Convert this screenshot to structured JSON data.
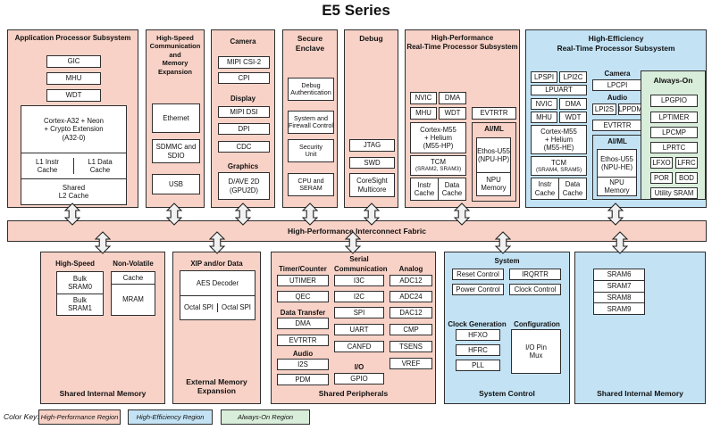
{
  "title": "E5 Series",
  "fabric_label": "High-Performance Interconnect Fabric",
  "colors": {
    "high_performance": "#f8d2c7",
    "high_efficiency": "#c3e3f5",
    "always_on": "#d9eeda"
  },
  "app": {
    "title": "Application Processor Subsystem",
    "gic": "GIC",
    "mhu": "MHU",
    "wdt": "WDT",
    "cpu": "Cortex-A32 + Neon\n+ Crypto Extension\n(A32-0)",
    "l1i": "L1 Instr\nCache",
    "l1d": "L1 Data\nCache",
    "l2": "Shared\nL2 Cache"
  },
  "hscomm": {
    "title": "High-Speed\nCommunication and\nMemory Expansion",
    "ethernet": "Ethernet",
    "sdmmc": "SDMMC and\nSDIO",
    "usb": "USB"
  },
  "camera_block": {
    "camera_hdr": "Camera",
    "mipi_csi2": "MIPI CSI-2",
    "cpi": "CPI",
    "display_hdr": "Display",
    "mipi_dsi": "MIPI DSI",
    "dpi": "DPI",
    "cdc": "CDC",
    "graphics_hdr": "Graphics",
    "gpu": "D/AVE 2D\n(GPU2D)"
  },
  "secure": {
    "title": "Secure\nEnclave",
    "items": [
      "Debug\nAuthentication",
      "System and\nFirewall Control",
      "Security\nUnit",
      "CPU and\nSERAM"
    ]
  },
  "debug": {
    "title": "Debug",
    "jtag": "JTAG",
    "swd": "SWD",
    "coresight": "CoreSight\nMulticore"
  },
  "hp": {
    "title": "High-Performance\nReal-Time Processor Subsystem",
    "nvic": "NVIC",
    "dma": "DMA",
    "mhu": "MHU",
    "wdt": "WDT",
    "cpu": "Cortex-M55\n+ Helium\n(M55-HP)",
    "tcm": "TCM",
    "tcm_srams": "(SRAM2, SRAM3)",
    "l1i": "Instr\nCache",
    "l1d": "Data\nCache",
    "evtrtr": "EVTRTR",
    "aiml_hdr": "AI/ML",
    "npu": "Ethos-U55\n(NPU-HP)",
    "npu_mem": "NPU\nMemory"
  },
  "he": {
    "title": "High-Efficiency\nReal-Time Processor Subsystem",
    "lpspi": "LPSPI",
    "lpi2c": "LPI2C",
    "lpuart": "LPUART",
    "nvic": "NVIC",
    "dma": "DMA",
    "mhu": "MHU",
    "wdt": "WDT",
    "cpu": "Cortex-M55\n+ Helium\n(M55-HE)",
    "tcm": "TCM",
    "tcm_srams": "(SRAM4, SRAM5)",
    "l1i": "Instr\nCache",
    "l1d": "Data\nCache",
    "camera_hdr": "Camera",
    "lpcpi": "LPCPI",
    "audio_hdr": "Audio",
    "lpi2s": "LPI2S",
    "lppdm": "LPPDM",
    "evtrtr": "EVTRTR",
    "aiml_hdr": "AI/ML",
    "npu": "Ethos-U55\n(NPU-HE)",
    "npu_mem": "NPU\nMemory"
  },
  "always_on": {
    "title": "Always-On",
    "items": [
      "LPGPIO",
      "LPTIMER",
      "LPCMP",
      "LPRTC"
    ],
    "lfxo": "LFXO",
    "lfrc": "LFRC",
    "por": "POR",
    "bod": "BOD",
    "utility_sram": "Utility SRAM"
  },
  "mem_left": {
    "hs_hdr": "High-Speed",
    "nv_hdr": "Non-Volatile",
    "sram0": "Bulk\nSRAM0",
    "sram1": "Bulk\nSRAM1",
    "cache": "Cache",
    "mram": "MRAM",
    "label": "Shared Internal Memory"
  },
  "ext_mem": {
    "hdr": "XIP and/or Data",
    "aes": "AES Decoder",
    "ospi0": "Octal SPI",
    "ospi1": "Octal SPI",
    "label": "External Memory\nExpansion"
  },
  "periph": {
    "serial_hdr": "Serial",
    "timer_hdr": "Timer/Counter",
    "utimer": "UTIMER",
    "qec": "QEC",
    "dt_hdr": "Data Transfer",
    "dma": "DMA",
    "evtrtr": "EVTRTR",
    "audio_hdr": "Audio",
    "i2s": "I2S",
    "pdm": "PDM",
    "comm_hdr": "Communication",
    "i3c": "I3C",
    "i2c": "I2C",
    "spi": "SPI",
    "uart": "UART",
    "canfd": "CANFD",
    "io_hdr": "I/O",
    "gpio": "GPIO",
    "analog_hdr": "Analog",
    "adc12": "ADC12",
    "adc24": "ADC24",
    "dac12": "DAC12",
    "cmp": "CMP",
    "tsens": "TSENS",
    "vref": "VREF",
    "label": "Shared Peripherals"
  },
  "sysctl": {
    "system_hdr": "System",
    "reset": "Reset Control",
    "irqrtr": "IRQRTR",
    "power": "Power Control",
    "clock": "Clock Control",
    "clkgen_hdr": "Clock Generation",
    "hfxo": "HFXO",
    "hfrc": "HFRC",
    "pll": "PLL",
    "config_hdr": "Configuration",
    "pinmux": "I/O Pin\nMux",
    "label": "System Control"
  },
  "mem_right": {
    "srams": [
      "SRAM6",
      "SRAM7",
      "SRAM8",
      "SRAM9"
    ],
    "label": "Shared Internal Memory"
  },
  "color_key": {
    "label": "Color Key:",
    "hp": "High-Performance Region",
    "he": "High-Efficiency Region",
    "ao": "Always-On Region"
  }
}
